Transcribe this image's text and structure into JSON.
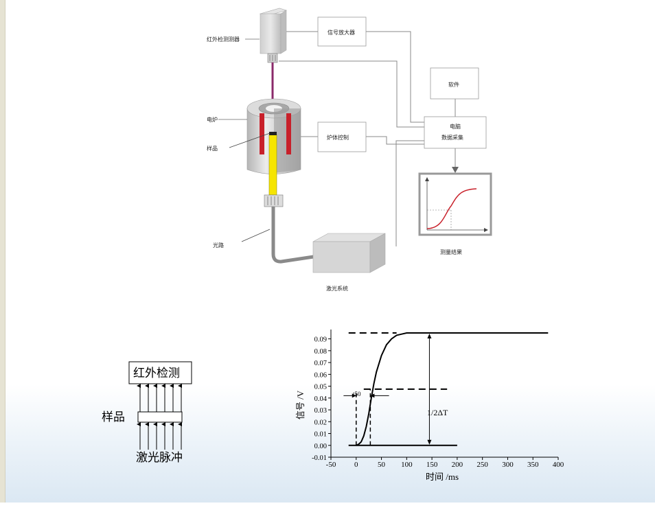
{
  "diagram": {
    "ir_detector": "红外检测测器",
    "signal_amp": "信号放大器",
    "software": "软件",
    "computer": "电脑",
    "data_acq": "数据采集",
    "furnace": "电炉",
    "sample": "样品",
    "furnace_ctrl": "炉体控制",
    "light_path": "光路",
    "laser_system": "激光系统",
    "result": "测量结果"
  },
  "schematic": {
    "ir_detect": "红外检测",
    "sample": "样品",
    "laser_pulse": "激光脉冲"
  },
  "chart_data": {
    "type": "line",
    "xlabel": "时间 /ms",
    "ylabel": "信号 /V",
    "xlim": [
      -50,
      400
    ],
    "ylim": [
      -0.01,
      0.095
    ],
    "xticks": [
      -50,
      0,
      50,
      100,
      150,
      200,
      250,
      300,
      350,
      400
    ],
    "yticks": [
      "-0.01",
      "0.00",
      "0.01",
      "0.02",
      "0.03",
      "0.04",
      "0.05",
      "0.06",
      "0.07",
      "0.08",
      "0.09"
    ],
    "series": [
      {
        "x": [
          -15,
          0,
          5,
          10,
          15,
          20,
          25,
          30,
          35,
          40,
          50,
          60,
          70,
          80,
          90,
          100,
          120,
          150,
          200,
          250,
          300,
          350,
          380
        ],
        "y": [
          0.0,
          0.0,
          0.001,
          0.003,
          0.008,
          0.016,
          0.027,
          0.04,
          0.052,
          0.062,
          0.076,
          0.085,
          0.09,
          0.093,
          0.094,
          0.095,
          0.095,
          0.095,
          0.095,
          0.095,
          0.095,
          0.095,
          0.095
        ]
      }
    ],
    "annotations": {
      "delta_label": "1/2ΔT",
      "t_half_label": "t50"
    }
  }
}
